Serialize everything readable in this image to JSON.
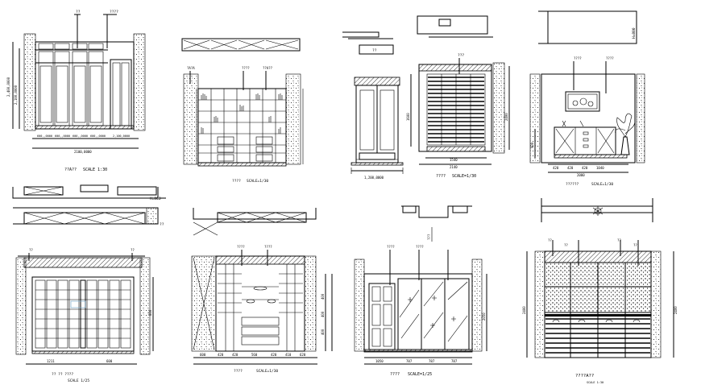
{
  "sheet": {
    "panels": [
      {
        "id": "p1",
        "title": "??A??",
        "scale": "SCALE 1:30",
        "top_labels": [
          "??",
          "????"
        ],
        "dims": [
          "2,100,0000",
          "600,,0000",
          "600,,0000",
          "600,,0000",
          "600,,0000",
          "2100,0000"
        ],
        "side_dims": [
          "2,400,0000",
          "2,100,0000"
        ]
      },
      {
        "id": "p2",
        "title": "????",
        "scale": "SCALE=1/30",
        "top_labels": [
          "?A?A",
          "????",
          "??A??"
        ]
      },
      {
        "id": "p3",
        "title": "",
        "scale": "",
        "top_labels": [
          "??"
        ],
        "dims": [
          "1,200,0000"
        ]
      },
      {
        "id": "p4",
        "title": "????",
        "scale": "SCALE=1/30",
        "top_labels": [
          "???"
        ],
        "dims": [
          "1540",
          "2140"
        ],
        "side_dims": [
          "1600",
          "2400"
        ]
      },
      {
        "id": "p5",
        "title": "??????",
        "scale": "SCALE=1/30",
        "top_labels": [
          "????",
          "????"
        ],
        "dims": [
          "420",
          "420",
          "420",
          "1040",
          "2000"
        ],
        "side_dims": [
          "H=800",
          "900"
        ]
      },
      {
        "id": "p6",
        "title": "",
        "scale": "",
        "top_labels": [
          "??"
        ],
        "side_dims": [
          "H=800"
        ]
      },
      {
        "id": "p7",
        "title": "?? ??  ????",
        "scale": "SCALE 1/25",
        "top_labels": [
          "??",
          "??"
        ],
        "dims": [
          "1211",
          "600"
        ],
        "side_dims": [
          "800"
        ]
      },
      {
        "id": "p8",
        "title": "????",
        "scale": "SCALE=1/30",
        "top_labels": [
          "????",
          "????"
        ],
        "dims": [
          "600",
          "420",
          "420",
          "560",
          "420",
          "410",
          "620"
        ],
        "side_dims": [
          "400",
          "400",
          "400"
        ]
      },
      {
        "id": "p9",
        "title": "????",
        "scale": "SCALE=1/25",
        "top_labels": [
          "???",
          "????",
          "????"
        ],
        "dims": [
          "1050",
          "787",
          "787",
          "787"
        ],
        "side_dims": [
          "2050"
        ]
      },
      {
        "id": "p10",
        "title": "????A??",
        "scale": "SCALE 1:30",
        "top_labels": [
          "??",
          "??",
          "??",
          "??"
        ],
        "side_dims": [
          "2400",
          "2400"
        ]
      }
    ],
    "icons": [
      "plant-icon",
      "picture-frame-icon",
      "ceiling-lamp-icon"
    ]
  }
}
